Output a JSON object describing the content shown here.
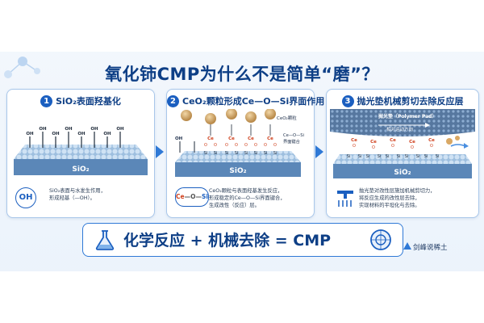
{
  "title": "氧化铈CMP为什么不是简单“磨”？",
  "steps": [
    {
      "num": "1",
      "title": "SiO₂表面羟基化",
      "oh_label": "OH",
      "substrate": "SiO₂",
      "icon_text": "OH",
      "desc": [
        "SiO₂表面与水发生作用，",
        "形成羟基（—OH）。"
      ]
    },
    {
      "num": "2",
      "title": "CeO₂颗粒形成Ce—O—Si界面作用",
      "particle_label": "CeO₂颗粒",
      "bond_label": [
        "Ce—O—Si",
        "界面键合"
      ],
      "oh_label": "OH",
      "ce": "Ce",
      "o": "O",
      "si": "Si",
      "substrate": "SiO₂",
      "icon": {
        "ce": "Ce",
        "dash1": "—",
        "o": "O",
        "dash2": "—",
        "si": "Si"
      },
      "desc": [
        "CeO₂颗粒与表面羟基发生反应，",
        "形成稳定的Ce—O—Si界面键合，",
        "生成改性（反应）层。"
      ]
    },
    {
      "num": "3",
      "title": "抛光垫机械剪切去除反应层",
      "pad_label": "抛光垫（Polymer Pad）",
      "motion_label": "相对运动方向",
      "ce": "Ce",
      "o": "O",
      "si": "Si",
      "substrate": "SiO₂",
      "desc": [
        "抛光垫对改性层施加机械剪切力，",
        "将反应生成的改性层去除，",
        "实现材料的平坦化与去除。"
      ]
    }
  ],
  "equation": "化学反应 + 机械去除 = CMP",
  "brand": "剑峰说稀土",
  "colors": {
    "primary": "#0e3f86",
    "accent": "#1b5fc0",
    "ce": "#d0421f",
    "particle": "#d9a865",
    "substrate": "#5b87b8"
  }
}
